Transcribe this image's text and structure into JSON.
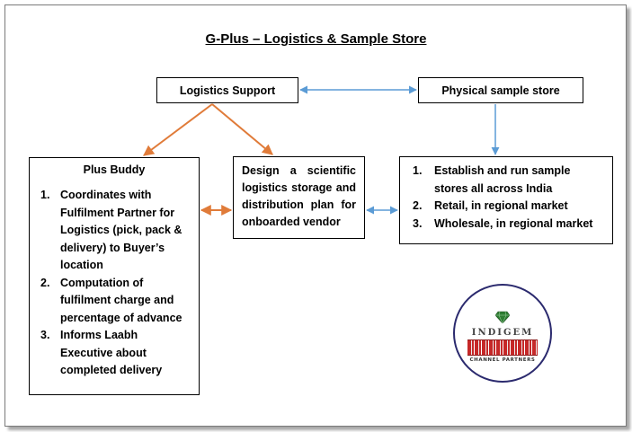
{
  "title": "G-Plus – Logistics & Sample Store",
  "nodes": {
    "logistics_support": "Logistics Support",
    "physical_store": "Physical sample store",
    "plus_buddy": {
      "title": "Plus Buddy",
      "items": [
        {
          "num": "1.",
          "text": "Coordinates with Fulfilment Partner for Logistics (pick, pack & delivery) to Buyer’s location"
        },
        {
          "num": "2.",
          "text": "Computation of fulfilment charge and percentage of advance"
        },
        {
          "num": "3.",
          "text": "Informs Laabh Executive about completed delivery"
        }
      ]
    },
    "design": "Design a scientific logistics storage and distribution plan for onboarded vendor",
    "store_actions": {
      "items": [
        {
          "num": "1.",
          "text": "Establish and run sample stores all across India"
        },
        {
          "num": "2.",
          "text": "Retail, in regional market"
        },
        {
          "num": "3.",
          "text": "Wholesale, in regional market"
        }
      ]
    }
  },
  "logo": {
    "name": "INDIGEM",
    "tagline": "CHANNEL PARTNERS",
    "colors": {
      "ring": "#2b2a6e",
      "band": "#c62828",
      "gem": "#2e7d32"
    }
  },
  "colors": {
    "orange_arrow": "#e07b39",
    "blue_arrow": "#5b9bd5"
  }
}
